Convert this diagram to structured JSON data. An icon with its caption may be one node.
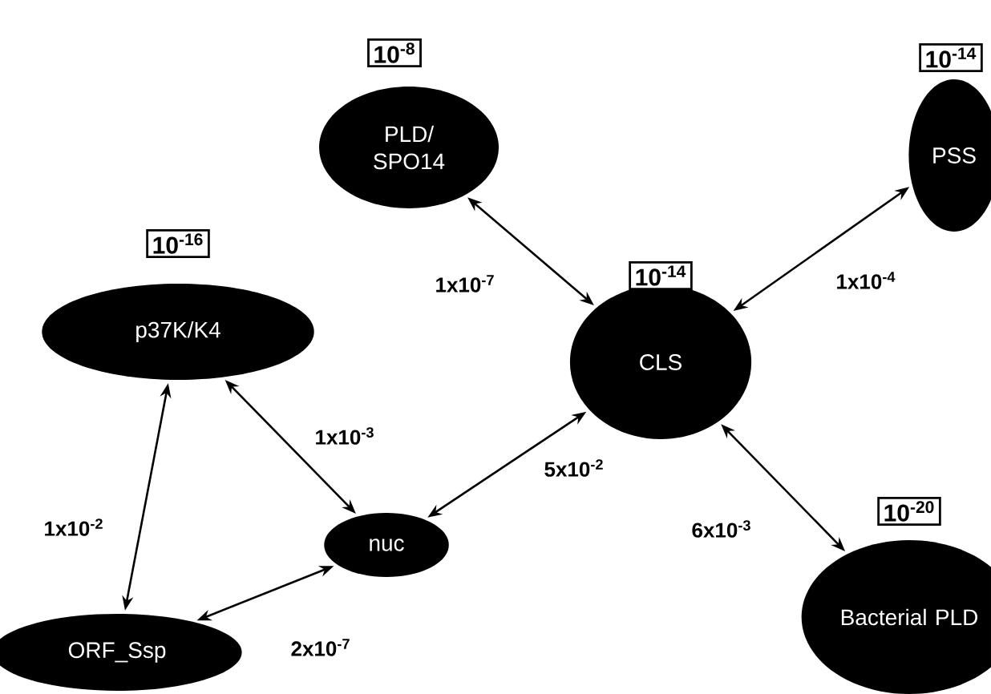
{
  "diagram": {
    "nodes": [
      {
        "text": [
          "PLD/ SPO14"
        ],
        "beside": [
          "10$^{-8}$"
        ]
      },
      {
        "text": [
          "PSS"
        ],
        "beside": [
          "10$^{-14}$"
        ]
      },
      {
        "text": [
          "p37K/K4"
        ],
        "beside": [
          "10$^{-16}$"
        ]
      },
      {
        "text": [
          "CLS"
        ],
        "beside": [
          "10$^{-14}$"
        ]
      },
      {
        "text": [
          "nuc"
        ]
      },
      {
        "text": [
          "ORF_Ssp"
        ]
      },
      {
        "text": [
          "Bacterial PLD"
        ],
        "beside": [
          "10$^{-20}$"
        ]
      }
    ],
    "edges": [
      {
        "from": 0,
        "to": 3,
        "arrow": "both",
        "label": "1x10$^{-7}$"
      },
      {
        "from": 3,
        "to": 1,
        "arrow": "both",
        "label": "1x10$^{-4}$"
      },
      {
        "from": 2,
        "to": 4,
        "arrow": "both",
        "label": "1x10$^{-3}$"
      },
      {
        "from": 4,
        "to": 3,
        "arrow": "both",
        "label": "5x10$^{-2}$"
      },
      {
        "from": 2,
        "to": 5,
        "arrow": "both",
        "label": "1x10$^{-2}$"
      },
      {
        "from": 4,
        "to": 5,
        "arrow": "both",
        "label": "2x10$^{-7}$"
      },
      {
        "from": 3,
        "to": 6,
        "arrow": "both",
        "label": "6x10$^{-3}$"
      }
    ]
  }
}
